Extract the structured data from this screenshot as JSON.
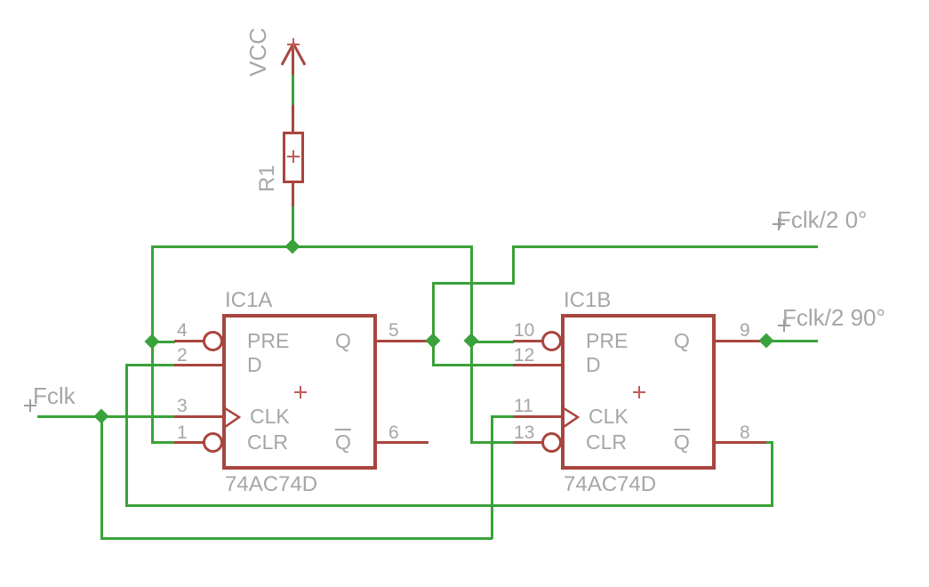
{
  "colors": {
    "wire_green": "#3aa23a",
    "part_red": "#a8453e",
    "label_gray": "#a6a6a6",
    "origin_cross_red": "#c05a5a"
  },
  "power": {
    "vcc_label": "VCC"
  },
  "resistor": {
    "designator": "R1"
  },
  "nets": {
    "fclk": "Fclk",
    "fclk2_0": "Fclk/2 0°",
    "fclk2_90": "Fclk/2 90°"
  },
  "ic1a": {
    "designator": "IC1A",
    "part": "74AC74D",
    "pins": {
      "pre": {
        "num": "4",
        "name": "PRE"
      },
      "d": {
        "num": "2",
        "name": "D"
      },
      "clk": {
        "num": "3",
        "name": "CLK"
      },
      "clr": {
        "num": "1",
        "name": "CLR"
      },
      "q": {
        "num": "5",
        "name": "Q"
      },
      "qbar": {
        "num": "6",
        "name": "Q"
      }
    }
  },
  "ic1b": {
    "designator": "IC1B",
    "part": "74AC74D",
    "pins": {
      "pre": {
        "num": "10",
        "name": "PRE"
      },
      "d": {
        "num": "12",
        "name": "D"
      },
      "clk": {
        "num": "11",
        "name": "CLK"
      },
      "clr": {
        "num": "13",
        "name": "CLR"
      },
      "q": {
        "num": "9",
        "name": "Q"
      },
      "qbar": {
        "num": "8",
        "name": "Q"
      }
    }
  }
}
